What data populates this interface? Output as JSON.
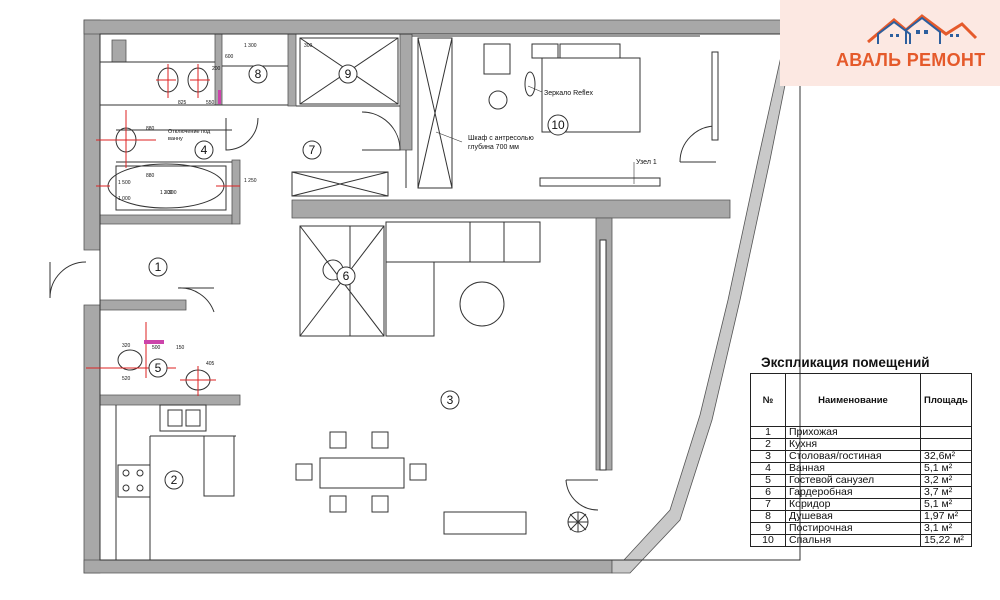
{
  "brand": {
    "name": "АВАЛЬ РЕМОНТ",
    "accent_color": "#e55a2b",
    "secondary_color": "#2d5f9e"
  },
  "explication": {
    "title": "Экспликация помещений",
    "headers": {
      "num": "№",
      "name": "Наименование",
      "area": "Площадь"
    },
    "rooms": [
      {
        "num": "1",
        "name": "Прихожая",
        "area": ""
      },
      {
        "num": "2",
        "name": "Кухня",
        "area": ""
      },
      {
        "num": "3",
        "name": "Столовая/гостиная",
        "area": "32,6м²"
      },
      {
        "num": "4",
        "name": "Ванная",
        "area": "5,1 м²"
      },
      {
        "num": "5",
        "name": "Гостевой санузел",
        "area": "3,2 м²"
      },
      {
        "num": "6",
        "name": "Гардеробная",
        "area": "3,7 м²"
      },
      {
        "num": "7",
        "name": "Коридор",
        "area": "5,1 м²"
      },
      {
        "num": "8",
        "name": "Душевая",
        "area": "1,97 м²"
      },
      {
        "num": "9",
        "name": "Постирочная",
        "area": "3,1 м²"
      },
      {
        "num": "10",
        "name": "Спальня",
        "area": "15,22 м²"
      }
    ]
  },
  "plan": {
    "room_labels": [
      "1",
      "2",
      "3",
      "4",
      "5",
      "6",
      "7",
      "8",
      "9",
      "10"
    ],
    "annotations": {
      "mirror": "Зеркало Reflex",
      "wardrobe_line1": "Шкаф с антресолью",
      "wardrobe_line2": "глубина 700 мм",
      "node": "Узел 1",
      "bath_note_line1": "Отключение под",
      "bath_note_line2": "ванну"
    },
    "dimensions": [
      "1 300",
      "300",
      "600",
      "1 300",
      "825",
      "550",
      "200",
      "880",
      "2 300",
      "1 500",
      "1 000",
      "880",
      "500",
      "150",
      "405",
      "320",
      "520",
      "1 250"
    ]
  }
}
